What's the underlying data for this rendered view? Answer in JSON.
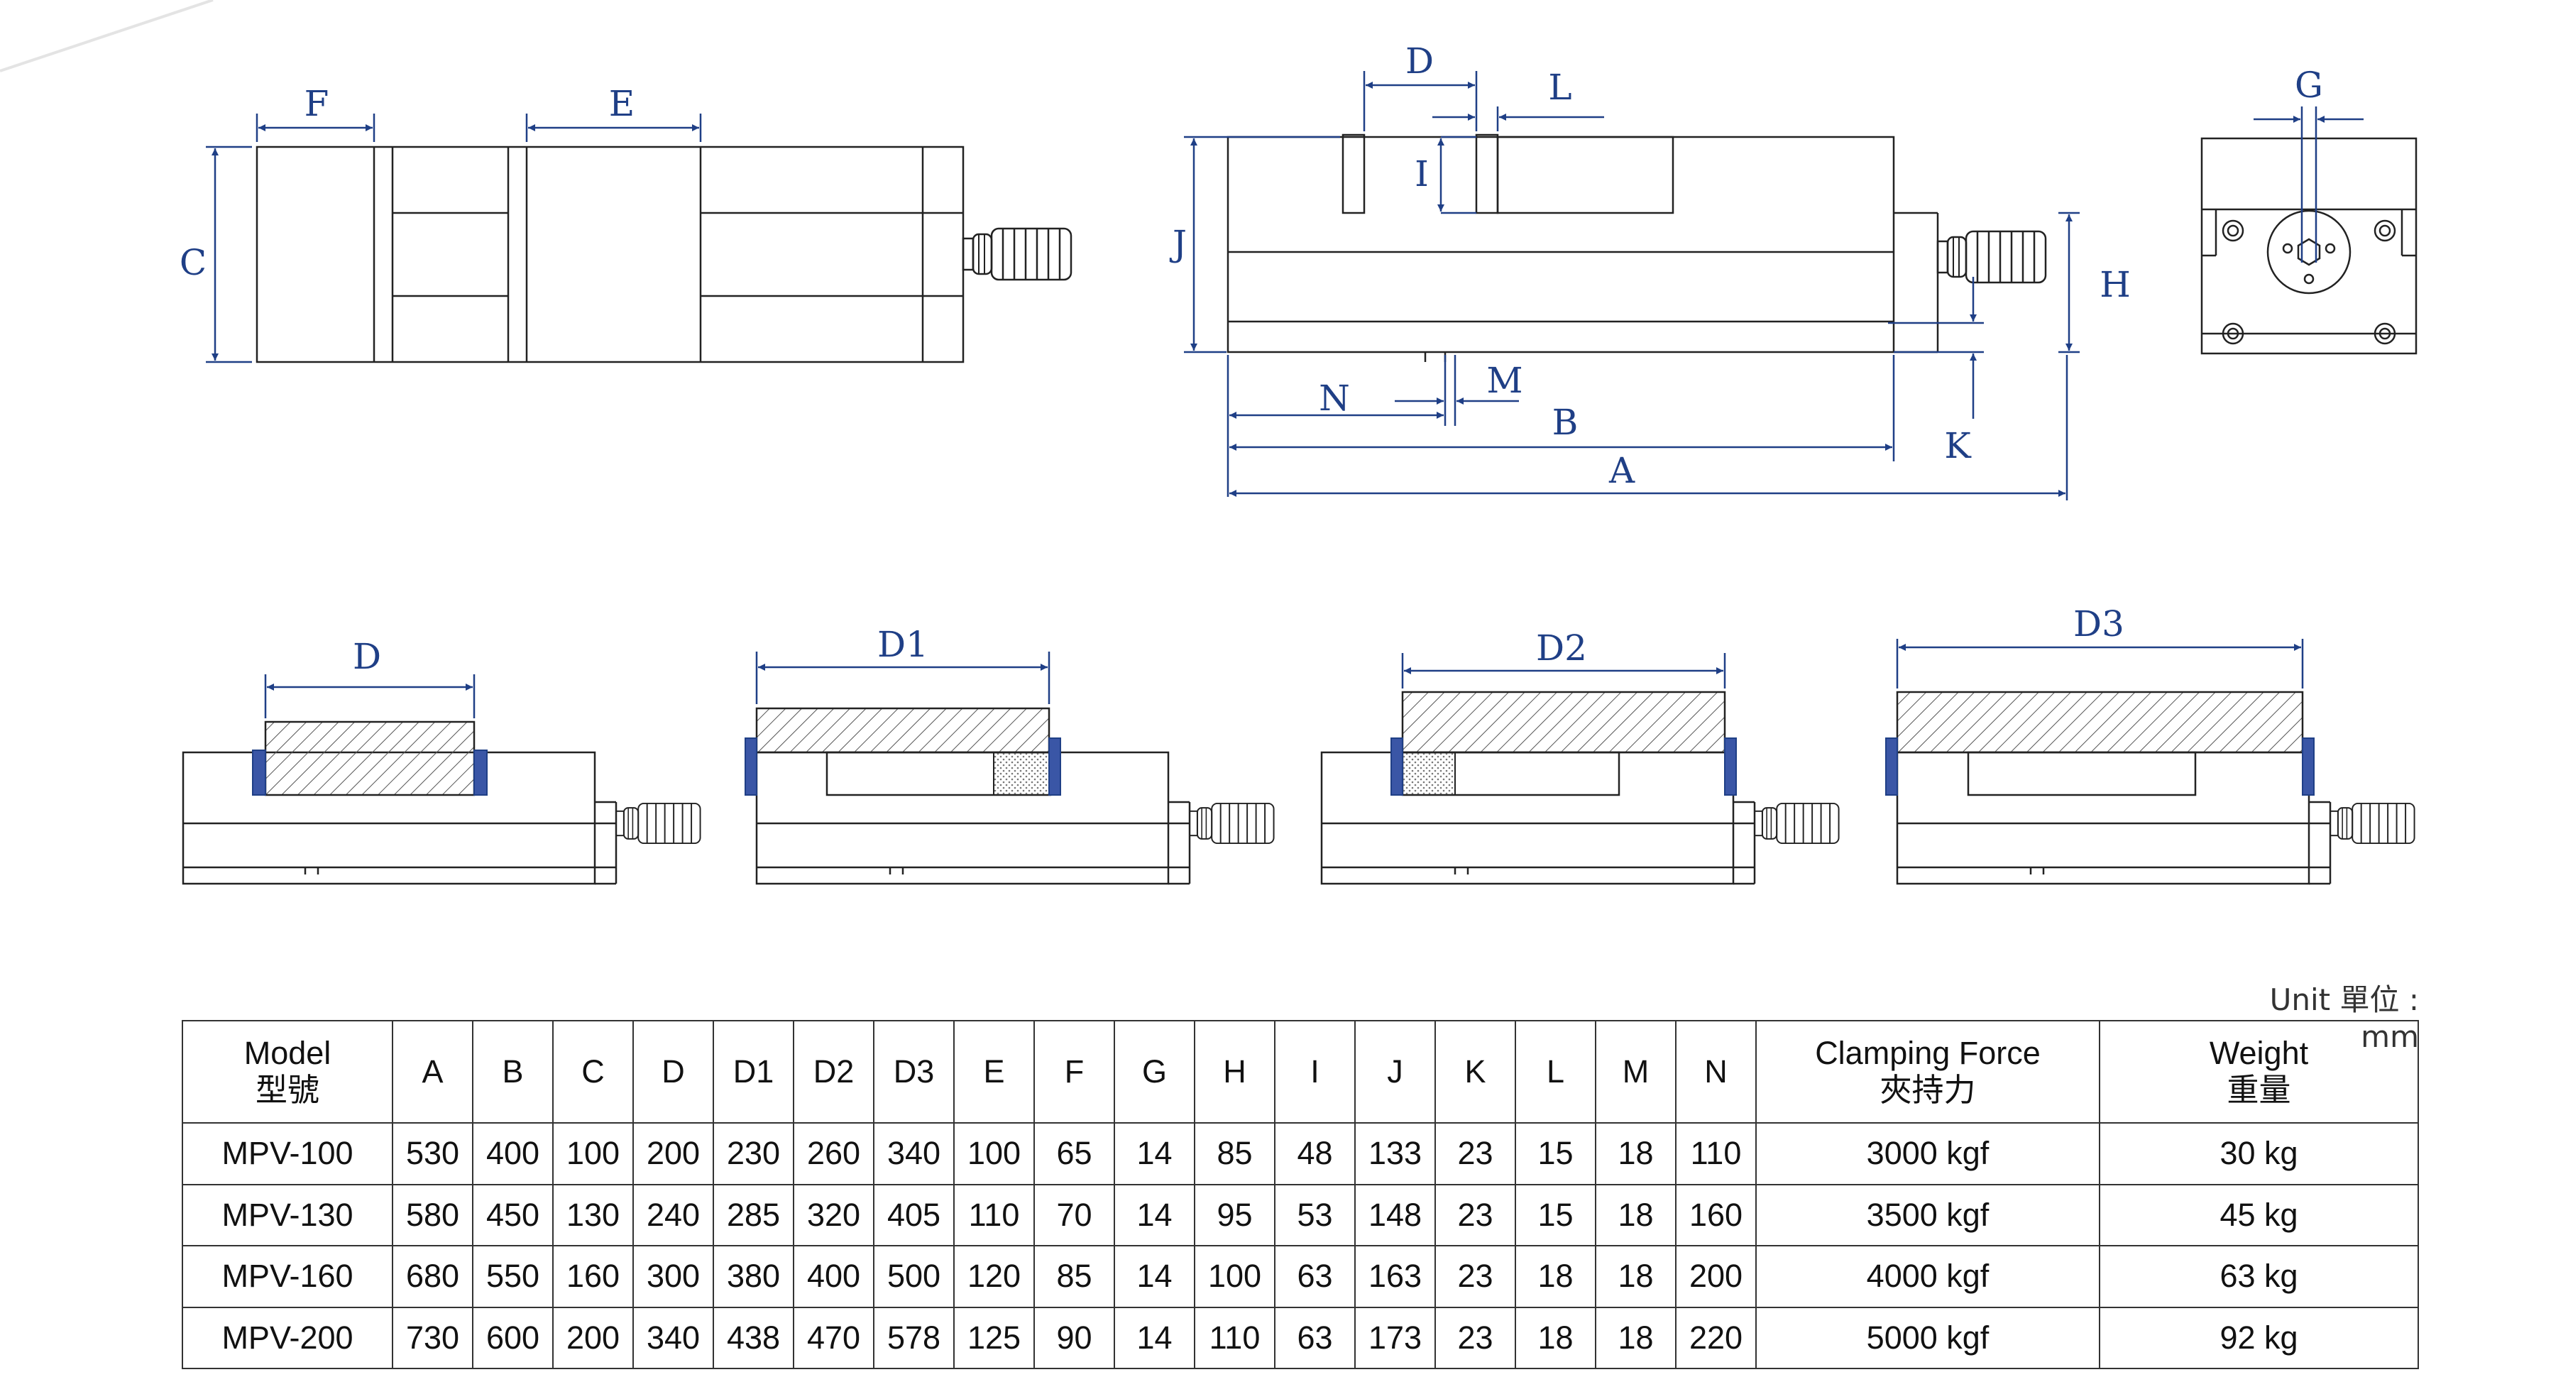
{
  "unit": "Unit 單位 : mm",
  "labels": {
    "top_view": [
      "F",
      "E",
      "C"
    ],
    "side_view": [
      "D",
      "L",
      "I",
      "J",
      "H",
      "N",
      "M",
      "B",
      "K",
      "A"
    ],
    "end_view": [
      "G"
    ],
    "jaw_configs": [
      "D",
      "D1",
      "D2",
      "D3"
    ]
  },
  "colors": {
    "dimension": "#1f3f86",
    "jaw": "#3a56a6",
    "outline": "#222222"
  },
  "table": {
    "headers": [
      "Model\n型號",
      "A",
      "B",
      "C",
      "D",
      "D1",
      "D2",
      "D3",
      "E",
      "F",
      "G",
      "H",
      "I",
      "J",
      "K",
      "L",
      "M",
      "N",
      "Clamping Force\n夾持力",
      "Weight\n重量"
    ],
    "rows": [
      [
        "MPV-100",
        "530",
        "400",
        "100",
        "200",
        "230",
        "260",
        "340",
        "100",
        "65",
        "14",
        "85",
        "48",
        "133",
        "23",
        "15",
        "18",
        "110",
        "3000 kgf",
        "30 kg"
      ],
      [
        "MPV-130",
        "580",
        "450",
        "130",
        "240",
        "285",
        "320",
        "405",
        "110",
        "70",
        "14",
        "95",
        "53",
        "148",
        "23",
        "15",
        "18",
        "160",
        "3500 kgf",
        "45 kg"
      ],
      [
        "MPV-160",
        "680",
        "550",
        "160",
        "300",
        "380",
        "400",
        "500",
        "120",
        "85",
        "14",
        "100",
        "63",
        "163",
        "23",
        "18",
        "18",
        "200",
        "4000 kgf",
        "63 kg"
      ],
      [
        "MPV-200",
        "730",
        "600",
        "200",
        "340",
        "438",
        "470",
        "578",
        "125",
        "90",
        "14",
        "110",
        "63",
        "173",
        "23",
        "18",
        "18",
        "220",
        "5000 kgf",
        "92 kg"
      ]
    ]
  }
}
